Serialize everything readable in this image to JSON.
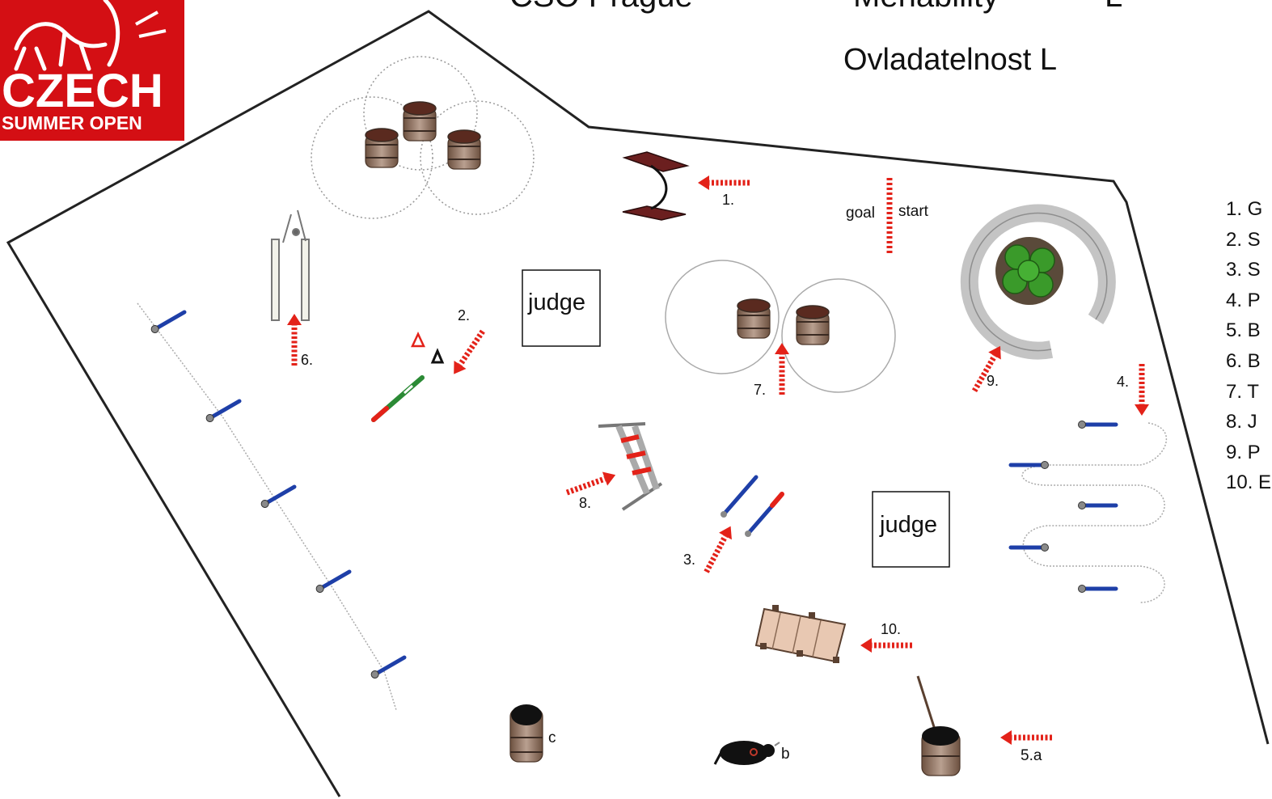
{
  "header": {
    "title_left": "CSO Prague",
    "title_right": "Menability",
    "title_level": "L",
    "subtitle": "Ovladatelnost L"
  },
  "logo": {
    "line1": "CZECH",
    "line2": "SUMMER OPEN",
    "color": "#d40f14"
  },
  "course": {
    "judge_label": "judge",
    "goal_label": "goal",
    "start_label": "start",
    "obstacle_numbers": [
      "1.",
      "2.",
      "3.",
      "4.",
      "5.",
      "6.",
      "7.",
      "8.",
      "9.",
      "10."
    ],
    "station_labels": {
      "a": "5.a",
      "b": "b",
      "c": "c"
    }
  },
  "legend": {
    "items": [
      "1. G",
      "2. S",
      "3. S",
      "4. P",
      "5. B",
      "6. B",
      "7. T",
      "8. J",
      "9. P",
      "10. E"
    ]
  },
  "colors": {
    "arrow": "#e32219",
    "pole": "#1e3fa8",
    "barrel": "#8a6a55",
    "barrel_top": "#5a2a1f",
    "apples": "#3a9a2a",
    "arena_line": "#222222"
  }
}
